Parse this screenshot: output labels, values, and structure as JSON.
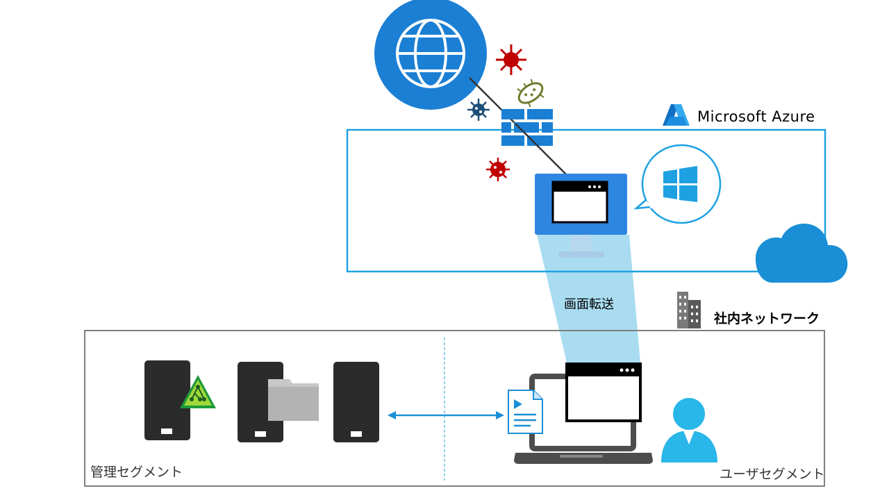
{
  "diagram": {
    "azure_label": "Microsoft  Azure",
    "internal_network_label": "社内ネットワーク",
    "screen_transfer_label": "画面転送",
    "management_segment_label": "管理セグメント",
    "user_segment_label": "ユーザセグメント"
  },
  "colors": {
    "azure_blue": "#1da1e2",
    "globe_blue": "#1b7fd4",
    "transfer_beam": "#a9dcf1",
    "frame_gray": "#7f7f7f",
    "server_dark": "#2b2b2b",
    "virus_red": "#c00000",
    "virus_navy": "#1f4e79",
    "virus_olive": "#6b7d2b"
  },
  "icons": [
    "globe-icon",
    "virus-icon",
    "firewall-icon",
    "virtual-machine-icon",
    "windows-logo-icon",
    "cloud-icon",
    "building-icon",
    "azure-logo-icon",
    "server-icon",
    "folder-icon",
    "document-icon",
    "laptop-icon",
    "user-icon"
  ]
}
